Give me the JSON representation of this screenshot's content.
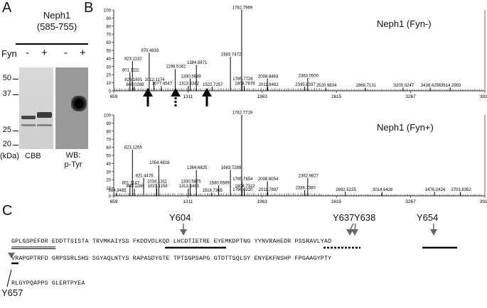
{
  "panels": {
    "a": "A",
    "b": "B",
    "c": "C"
  },
  "panel_a": {
    "title_line1": "Neph1",
    "title_line2": "(585-755)",
    "fyn_label": "Fyn",
    "lanes": [
      "-",
      "+",
      "-",
      "+"
    ],
    "ladder": [
      "50",
      "37",
      "25",
      "20"
    ],
    "kda": "(kDa)",
    "cbb": "CBB",
    "wb_line1": "WB:",
    "wb_line2": "p-Tyr"
  },
  "panel_b": {
    "spectra": [
      {
        "label": "Neph1 (Fyn-)",
        "y_ticks": [
          "100",
          "90",
          "80",
          "70",
          "60",
          "50",
          "40",
          "30",
          "20",
          "10",
          "0"
        ],
        "x_ticks": [
          "659",
          "1311",
          "1963",
          "2615",
          "3267",
          "3919"
        ],
        "peaks": [
          {
            "mz": 801.1111,
            "rel": 23,
            "label": "801.1111"
          },
          {
            "mz": 823.1132,
            "rel": 37,
            "label": "823.1132"
          },
          {
            "mz": 826.1601,
            "rel": 11,
            "label": "826.1601"
          },
          {
            "mz": 840.0288,
            "rel": 5,
            "label": "840.0288"
          },
          {
            "mz": 970.4833,
            "rel": 47,
            "label": "970.4833"
          },
          {
            "mz": 1012.1174,
            "rel": 11,
            "label": "1012.1174"
          },
          {
            "mz": 1077.4547,
            "rel": 6,
            "label": "1077.4547"
          },
          {
            "mz": 1198.5162,
            "rel": 27,
            "label": "1198.5162"
          },
          {
            "mz": 1313.5342,
            "rel": 6,
            "label": "1313.5342"
          },
          {
            "mz": 1330.5649,
            "rel": 15,
            "label": "1330.5649"
          },
          {
            "mz": 1384.6871,
            "rel": 32,
            "label": "1384.6871"
          },
          {
            "mz": 1522.7257,
            "rel": 5,
            "label": "1522.7257"
          },
          {
            "mz": 1683.7472,
            "rel": 42,
            "label": "1683.7472"
          },
          {
            "mz": 1782.7969,
            "rel": 100,
            "label": "1782.7969"
          },
          {
            "mz": 1785.7726,
            "rel": 12,
            "label": "1785.7726"
          },
          {
            "mz": 1804.7679,
            "rel": 6,
            "label": "1804.7679"
          },
          {
            "mz": 2008.8463,
            "rel": 15,
            "label": "2008.8463"
          },
          {
            "mz": 2011.8492,
            "rel": 5,
            "label": "2011.8492"
          },
          {
            "mz": 2363.05,
            "rel": 16,
            "label": "2363.0500"
          },
          {
            "mz": 2335.8337,
            "rel": 5,
            "label": "2335.8337"
          },
          {
            "mz": 2520.9834,
            "rel": 4,
            "label": "2520.9834"
          },
          {
            "mz": 2868.7131,
            "rel": 4,
            "label": "2868.7131"
          },
          {
            "mz": 3200.0247,
            "rel": 4,
            "label": "3200.0247"
          },
          {
            "mz": 3438.4256,
            "rel": 4,
            "label": "3438.4256"
          },
          {
            "mz": 3614.2983,
            "rel": 4,
            "label": "3614.2983"
          }
        ]
      },
      {
        "label": "Neph1 (Fyn+)",
        "y_ticks": [
          "100",
          "90",
          "80",
          "70",
          "60",
          "50",
          "40",
          "30",
          "20",
          "10",
          "0"
        ],
        "x_ticks": [
          "659",
          "1311",
          "1963",
          "2615",
          "3267",
          "3919"
        ],
        "peaks": [
          {
            "mz": 684.3485,
            "rel": 4,
            "label": "684.3485"
          },
          {
            "mz": 801.1147,
            "rel": 13,
            "label": "801.1147"
          },
          {
            "mz": 823.1265,
            "rel": 57,
            "label": "823.1265"
          },
          {
            "mz": 840.1188,
            "rel": 9,
            "label": "840.1188"
          },
          {
            "mz": 921.4476,
            "rel": 22,
            "label": "921.4476"
          },
          {
            "mz": 1054.4816,
            "rel": 38,
            "label": "1054.4816"
          },
          {
            "mz": 1034.1311,
            "rel": 15,
            "label": "1034.1311"
          },
          {
            "mz": 1037.1158,
            "rel": 9,
            "label": "1037.1158"
          },
          {
            "mz": 1313.6463,
            "rel": 9,
            "label": "1313.6463"
          },
          {
            "mz": 1330.5875,
            "rel": 15,
            "label": "1330.5875"
          },
          {
            "mz": 1384.6825,
            "rel": 32,
            "label": "1384.6825"
          },
          {
            "mz": 1518.7365,
            "rel": 4,
            "label": "1518.7365"
          },
          {
            "mz": 1580.6599,
            "rel": 13,
            "label": "1580.6599"
          },
          {
            "mz": 1683.7289,
            "rel": 32,
            "label": "1683.7289"
          },
          {
            "mz": 1782.7719,
            "rel": 100,
            "label": "1782.7719"
          },
          {
            "mz": 1785.7654,
            "rel": 18,
            "label": "1785.7654"
          },
          {
            "mz": 1804.7322,
            "rel": 9,
            "label": "1804.7322"
          },
          {
            "mz": 1786.022,
            "rel": 5,
            "label": "1786.0220"
          },
          {
            "mz": 2008.8054,
            "rel": 18,
            "label": "2008.8054"
          },
          {
            "mz": 2011.7897,
            "rel": 5,
            "label": "2011.7897"
          },
          {
            "mz": 2362.9827,
            "rel": 22,
            "label": "2362.9827"
          },
          {
            "mz": 2336.738,
            "rel": 7,
            "label": "2336.7380"
          },
          {
            "mz": 2692.5225,
            "rel": 5,
            "label": "2692.5225"
          },
          {
            "mz": 3014.6428,
            "rel": 5,
            "label": "3014.6428"
          },
          {
            "mz": 3476.2424,
            "rel": 5,
            "label": "3476.2424"
          },
          {
            "mz": 3703.8352,
            "rel": 5,
            "label": "3703.8352"
          }
        ]
      }
    ]
  },
  "panel_c": {
    "sites_top": [
      "Y604",
      "Y637",
      "Y638",
      "Y654"
    ],
    "site_bottom": "Y657",
    "seq_line1": "GPLGSPEFDR EDDTTSISTA TRVMKAIYSS FKDDVDLKQD LHCDTIETRE EYEMKDPTNG YYNVRAHEDR PSSRAVLYAD",
    "seq_line2": "VRAPGPTRFD GRPSSRLSHS SGYAQLNTYS RAPASDYGTE TPTSGPSAPG GTDTTSQLSY ENYEKFNSHP FPGAAGYPTY",
    "seq_line3": "RLGYPQAPPS GLERTPYEA"
  }
}
